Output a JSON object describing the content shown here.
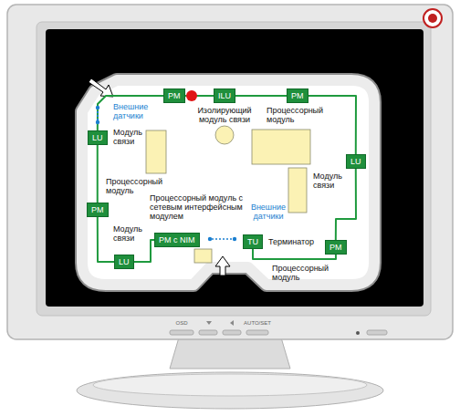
{
  "diagram": {
    "nodes": [
      {
        "text": [
          "PM"
        ]
      },
      {
        "text": [
          "ILU"
        ]
      },
      {
        "text": [
          "PM"
        ]
      },
      {
        "text": [
          "LU"
        ]
      },
      {
        "text": [
          "PM"
        ]
      },
      {
        "text": [
          "TU"
        ]
      },
      {
        "text": [
          "PM с NIM"
        ]
      },
      {
        "text": [
          "LU"
        ]
      },
      {
        "text": [
          "PM"
        ]
      },
      {
        "text": [
          "LU"
        ]
      }
    ],
    "edges": [
      {
        "from": 0,
        "to": 1,
        "arrow": "none"
      },
      {
        "from": 1,
        "to": 2,
        "arrow": "none"
      },
      {
        "from": 2,
        "to": 3,
        "arrow": "none"
      },
      {
        "from": 3,
        "to": 4,
        "arrow": "none"
      },
      {
        "from": 4,
        "to": 5,
        "arrow": "none"
      },
      {
        "from": 6,
        "to": 7,
        "arrow": "none"
      },
      {
        "from": 7,
        "to": 8,
        "arrow": "none"
      },
      {
        "from": 8,
        "to": 9,
        "arrow": "none"
      },
      {
        "from": 9,
        "to": 0,
        "arrow": "none"
      }
    ],
    "labels": [
      "Внешние датчики",
      "Изолирующий модуль связи",
      "Процессорный модуль",
      "Модуль связи",
      "Процессорный модуль",
      "Модуль связи",
      "Процессорный модуль с сетевым интерфейсным модулем",
      "Внешние датчики",
      "Модуль связи",
      "Терминатор",
      "Процессорный модуль",
      "OSD",
      "AUTO/SET"
    ]
  }
}
